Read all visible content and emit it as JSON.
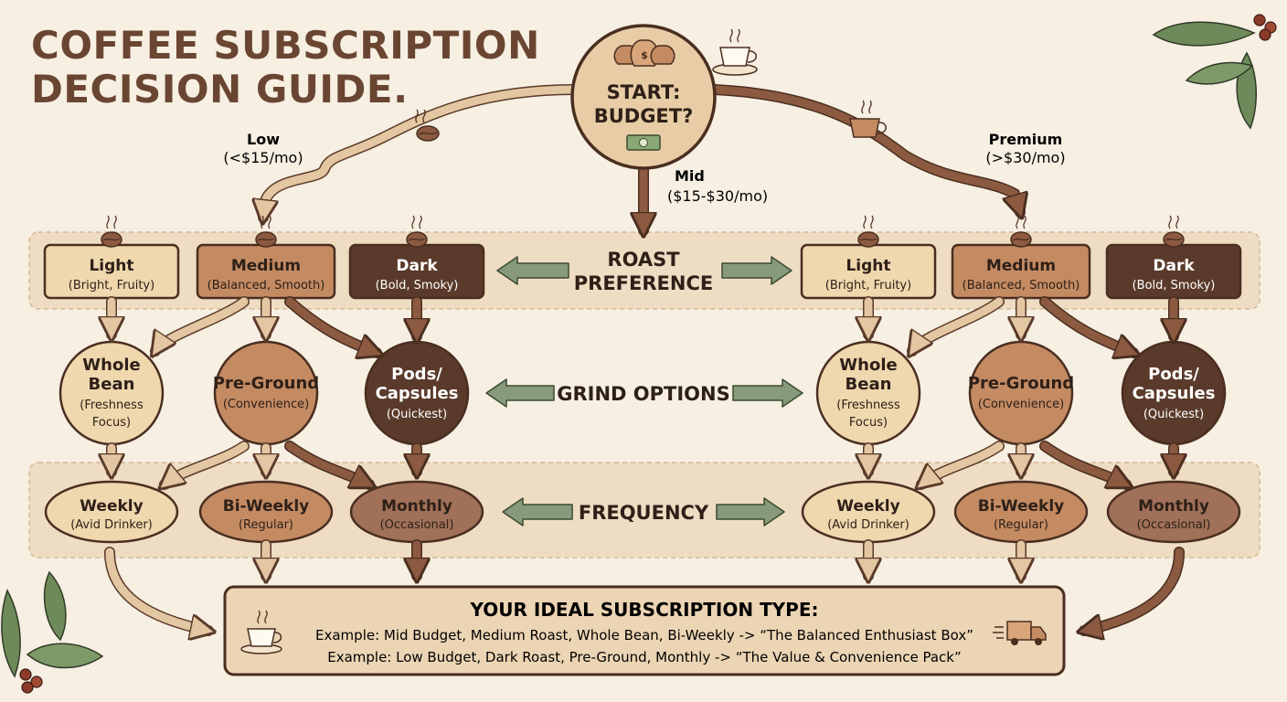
{
  "title": [
    "COFFEE SUBSCRIPTION",
    "DECISION GUIDE."
  ],
  "start": {
    "line1": "START:",
    "line2": "BUDGET?"
  },
  "budgets": {
    "low": {
      "name": "Low",
      "range": "(<$15/mo)"
    },
    "mid": {
      "name": "Mid",
      "range": "($15-$30/mo)"
    },
    "premium": {
      "name": "Premium",
      "range": "(>$30/mo)"
    }
  },
  "roast": {
    "label": [
      "ROAST",
      "PREFERENCE"
    ],
    "options": [
      {
        "name": "Light",
        "desc": "(Bright, Fruity)"
      },
      {
        "name": "Medium",
        "desc": "(Balanced, Smooth)"
      },
      {
        "name": "Dark",
        "desc": "(Bold, Smoky)"
      }
    ]
  },
  "grind": {
    "label": "GRIND OPTIONS",
    "options": [
      {
        "lines": [
          "Whole",
          "Bean"
        ],
        "desc": [
          "(Freshness",
          "Focus)"
        ]
      },
      {
        "lines": [
          "Pre-Ground"
        ],
        "desc": [
          "(Convenience)"
        ]
      },
      {
        "lines": [
          "Pods/",
          "Capsules"
        ],
        "desc": [
          "(Quickest)"
        ]
      }
    ]
  },
  "frequency": {
    "label": "FREQUENCY",
    "options": [
      {
        "name": "Weekly",
        "desc": "(Avid Drinker)"
      },
      {
        "name": "Bi-Weekly",
        "desc": "(Regular)"
      },
      {
        "name": "Monthly",
        "desc": "(Occasional)"
      }
    ]
  },
  "result": {
    "heading": "YOUR IDEAL SUBSCRIPTION TYPE:",
    "examples": [
      "Example: Mid Budget, Medium Roast, Whole Bean, Bi-Weekly -> “The Balanced Enthusiast Box”",
      "Example: Low Budget, Dark Roast, Pre-Ground, Monthly -> “The Value & Convenience Pack”"
    ]
  },
  "icons": [
    "money-bags-icon",
    "coffee-cup-icon",
    "dollar-bill-icon",
    "coffee-bean-icon",
    "delivery-truck-icon",
    "coffee-leaf-icon"
  ],
  "colors": {
    "background": "#f6efe2",
    "light": "#efd7ae",
    "medium": "#c48b63",
    "dark": "#5a3a2a",
    "arrow_green": "#879a7b",
    "arrow_tan": "#e3c7a2",
    "arrow_brown": "#8c5a40",
    "band": "#eedcc3",
    "title": "#6a4632"
  }
}
